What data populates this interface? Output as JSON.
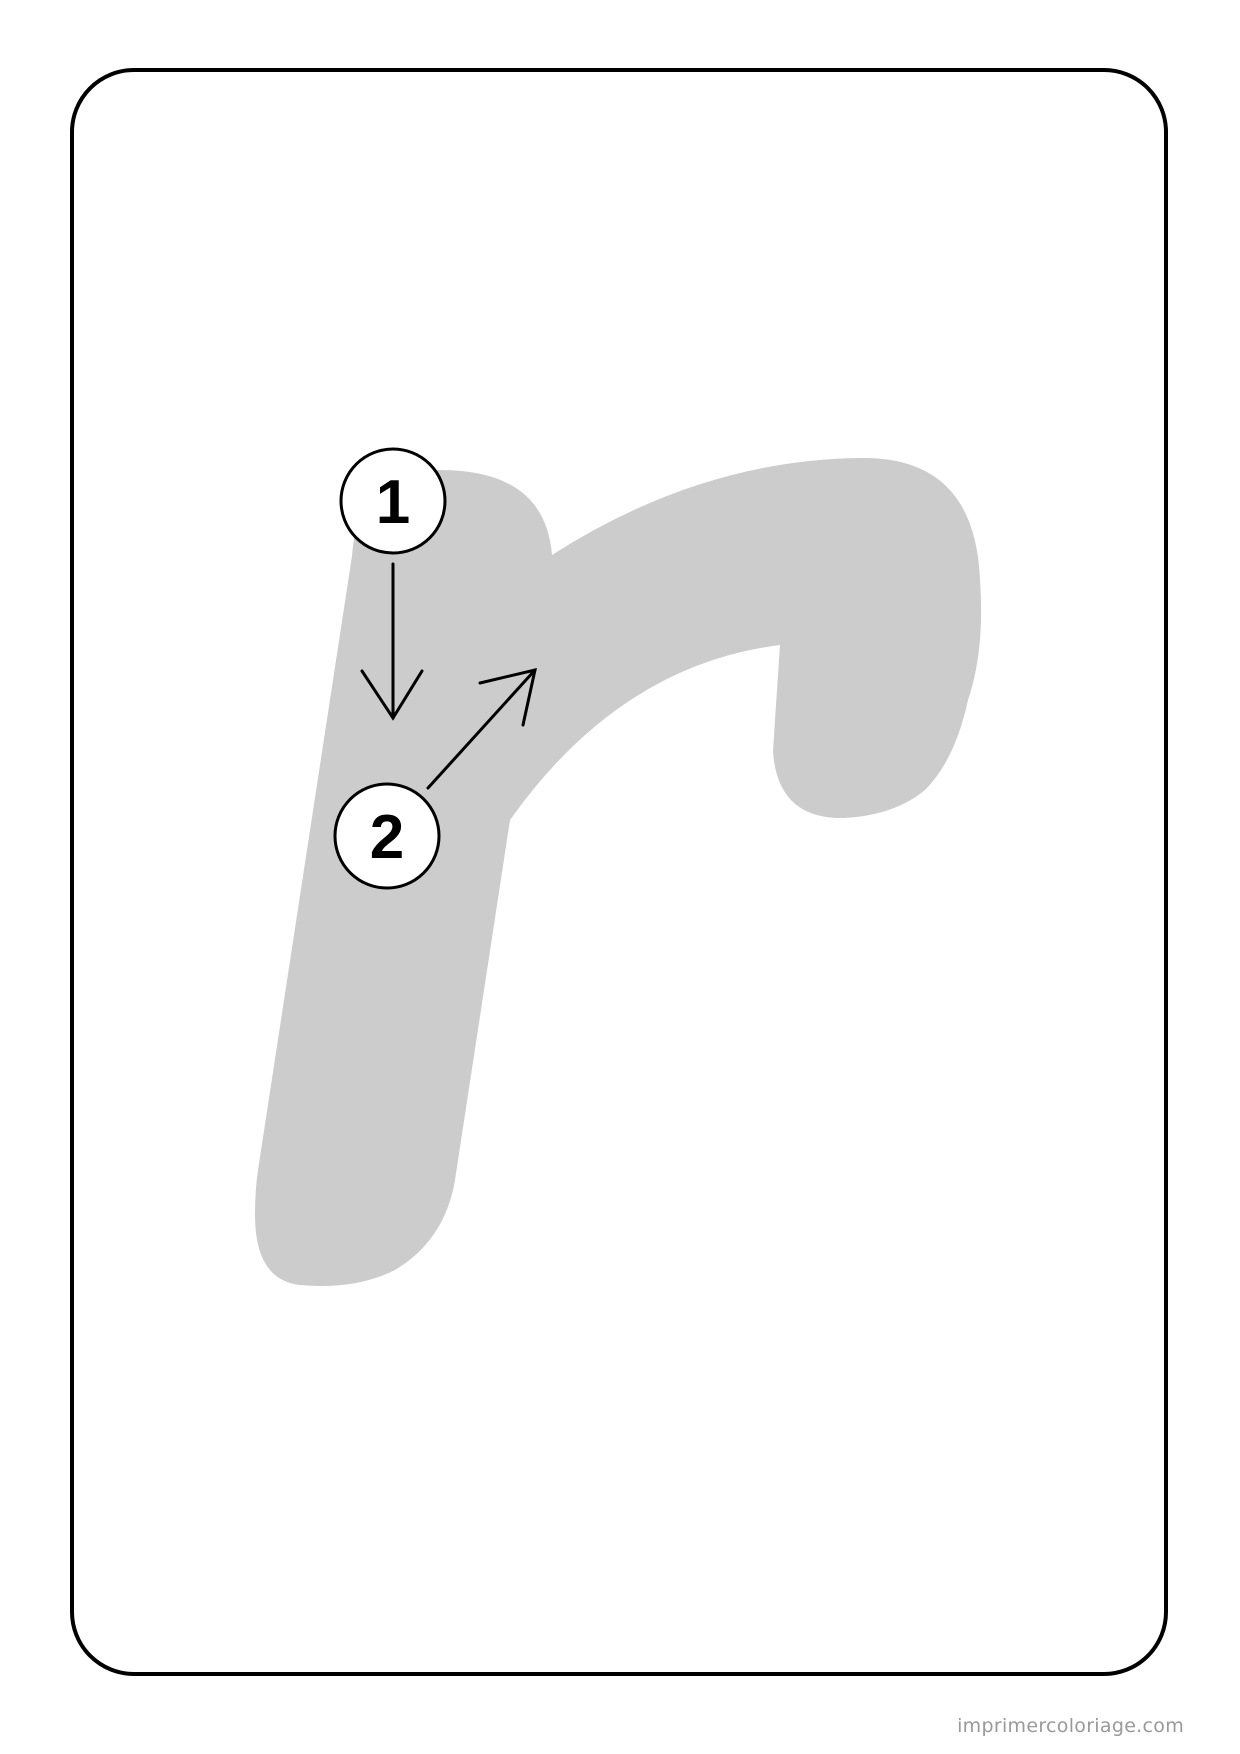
{
  "worksheet": {
    "letter": "r",
    "letter_color": "#cccccc",
    "border_color": "#000000",
    "steps": [
      {
        "label": "1",
        "arrow_direction": "down"
      },
      {
        "label": "2",
        "arrow_direction": "up-right"
      }
    ]
  },
  "footer": {
    "site": "imprimercoloriage.com"
  }
}
